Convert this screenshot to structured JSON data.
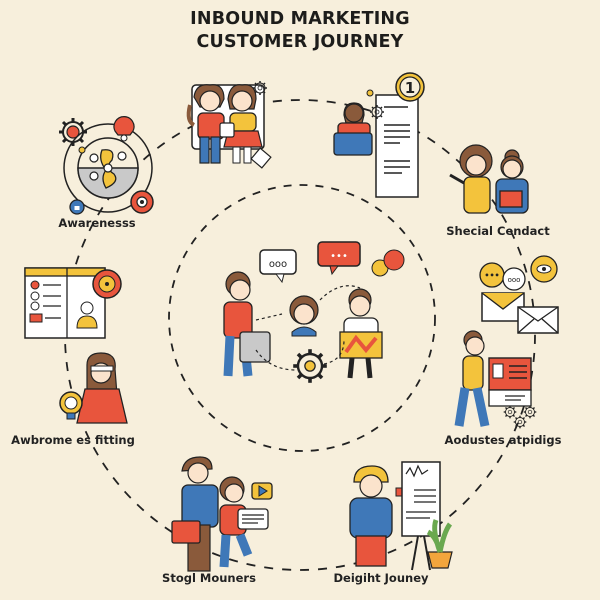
{
  "header": {
    "title_line1": "INBOUND MARKETING",
    "title_line2": "CUSTOMER JOURNEY"
  },
  "colors": {
    "background": "#f7efdc",
    "ink": "#222222",
    "orange_red": "#e8553d",
    "yellow": "#f3c33c",
    "blue": "#3f78b8",
    "brown": "#8a5a3b",
    "skin": "#fbe3cc",
    "grey": "#c9c9c9",
    "green": "#6aa84f"
  },
  "stages": [
    {
      "id": "awareness",
      "label": "Awarenesss",
      "icon": "gear-cycle-icon"
    },
    {
      "id": "team",
      "label": "",
      "icon": "two-women-icon"
    },
    {
      "id": "document",
      "label": "",
      "icon": "document-award-icon"
    },
    {
      "id": "special-contact",
      "label": "Shecial Cendact",
      "icon": "two-women-tablet-icon"
    },
    {
      "id": "messaging",
      "label": "",
      "icon": "email-chat-icon"
    },
    {
      "id": "adjustments",
      "label": "Aodustes atpidigs",
      "icon": "woman-presenting-icon"
    },
    {
      "id": "delight",
      "label": "Deigiht Jouney",
      "icon": "man-whiteboard-icon"
    },
    {
      "id": "movers",
      "label": "Stogl Mouners",
      "icon": "man-briefcase-icon"
    },
    {
      "id": "fitting",
      "label": "Awbrome es fitting",
      "icon": "woman-lightbulb-icon"
    },
    {
      "id": "checklist",
      "label": "",
      "icon": "checklist-profile-icon"
    }
  ],
  "center": {
    "bubble_left": "ooo",
    "bubble_right": "•••",
    "icon": "collaboration-cycle-icon"
  }
}
